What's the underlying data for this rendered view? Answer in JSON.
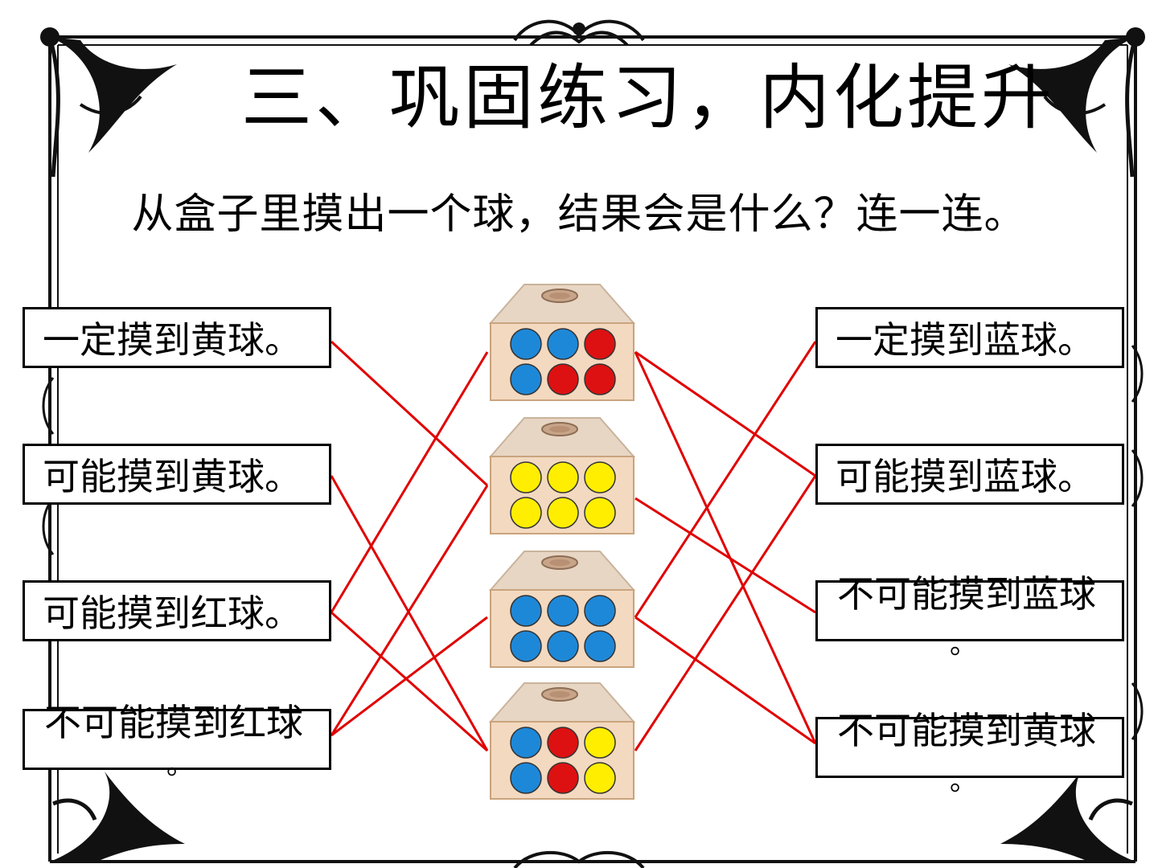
{
  "title": "三、巩固练习，内化提升",
  "question": "从盒子里摸出一个球，结果会是什么？连一连。",
  "left_options": [
    {
      "text": "一定摸到黄球。"
    },
    {
      "text": "可能摸到黄球。"
    },
    {
      "text": "可能摸到红球。"
    },
    {
      "text": "不可能摸到红球",
      "tail": "。"
    }
  ],
  "right_options": [
    {
      "text": "一定摸到蓝球。"
    },
    {
      "text": "可能摸到蓝球。"
    },
    {
      "text": "不可能摸到蓝球",
      "tail": "。"
    },
    {
      "text": "不可能摸到黄球",
      "tail": "。"
    }
  ],
  "boxes": [
    {
      "balls": [
        "blue",
        "blue",
        "red",
        "blue",
        "red",
        "red"
      ]
    },
    {
      "balls": [
        "yellow",
        "yellow",
        "yellow",
        "yellow",
        "yellow",
        "yellow"
      ]
    },
    {
      "balls": [
        "blue",
        "blue",
        "blue",
        "blue",
        "blue",
        "blue"
      ]
    },
    {
      "balls": [
        "blue",
        "red",
        "yellow",
        "blue",
        "red",
        "yellow"
      ]
    }
  ],
  "connections": [
    {
      "from": "left-1",
      "to": "box-2"
    },
    {
      "from": "left-2",
      "to": "box-4"
    },
    {
      "from": "left-3",
      "to": "box-1"
    },
    {
      "from": "left-3",
      "to": "box-4"
    },
    {
      "from": "left-4",
      "to": "box-2"
    },
    {
      "from": "left-4",
      "to": "box-3"
    },
    {
      "from": "right-1",
      "to": "box-3"
    },
    {
      "from": "right-2",
      "to": "box-1"
    },
    {
      "from": "right-2",
      "to": "box-4"
    },
    {
      "from": "right-3",
      "to": "box-2"
    },
    {
      "from": "right-4",
      "to": "box-1"
    },
    {
      "from": "right-4",
      "to": "box-3"
    }
  ],
  "colors": {
    "line": "#e00000",
    "blue": "#1e88d8",
    "red": "#dd1111",
    "yellow": "#ffee00",
    "box_face": "#f3d9bf",
    "box_top": "#e8d6c4",
    "frame": "#111111"
  }
}
